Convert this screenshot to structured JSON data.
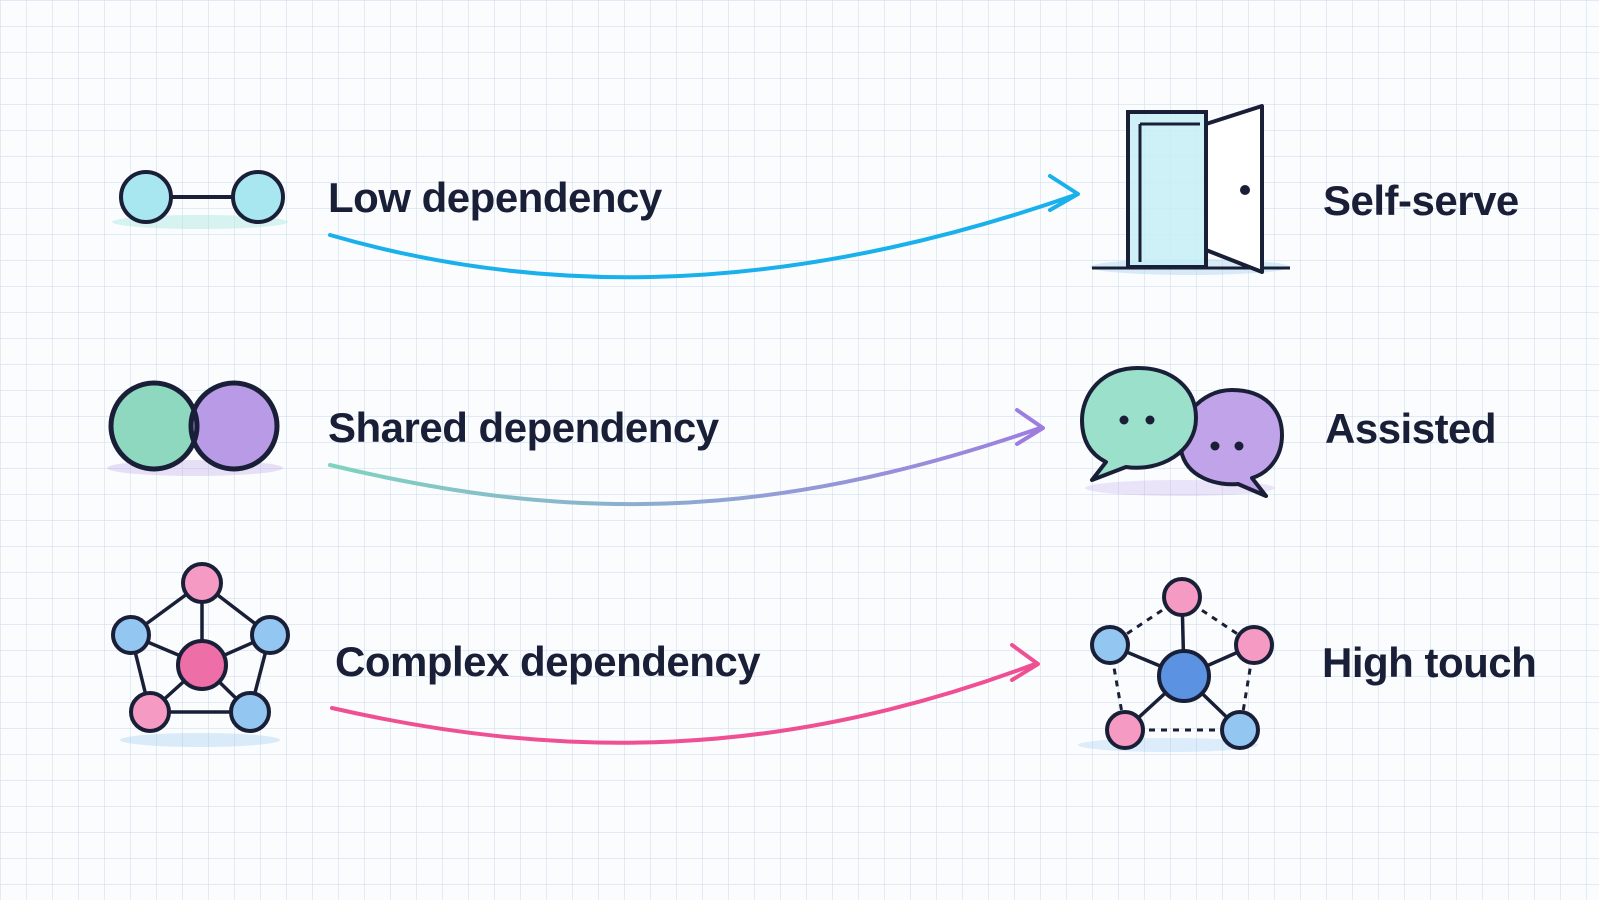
{
  "rows": [
    {
      "source_label": "Low dependency",
      "source_icon": "two-linked-nodes-icon",
      "target_label": "Self-serve",
      "target_icon": "open-door-icon",
      "arrow_color": "#1ab0ec"
    },
    {
      "source_label": "Shared dependency",
      "source_icon": "overlapping-circles-icon",
      "target_label": "Assisted",
      "target_icon": "chat-bubbles-icon",
      "arrow_colors": [
        "#7fd3c0",
        "#9d7ee0"
      ]
    },
    {
      "source_label": "Complex dependency",
      "source_icon": "node-network-icon",
      "target_label": "High touch",
      "target_icon": "hub-network-icon",
      "arrow_color": "#ef4f93"
    }
  ],
  "colors": {
    "outline": "#1a1f38",
    "teal_fill": "#a8e6e2",
    "mint_fill": "#8fd8c0",
    "lavender_fill": "#b99ae6",
    "pink_fill": "#f28cbc",
    "blue_fill": "#8cc2ef",
    "grid_line": "#cddcec"
  }
}
